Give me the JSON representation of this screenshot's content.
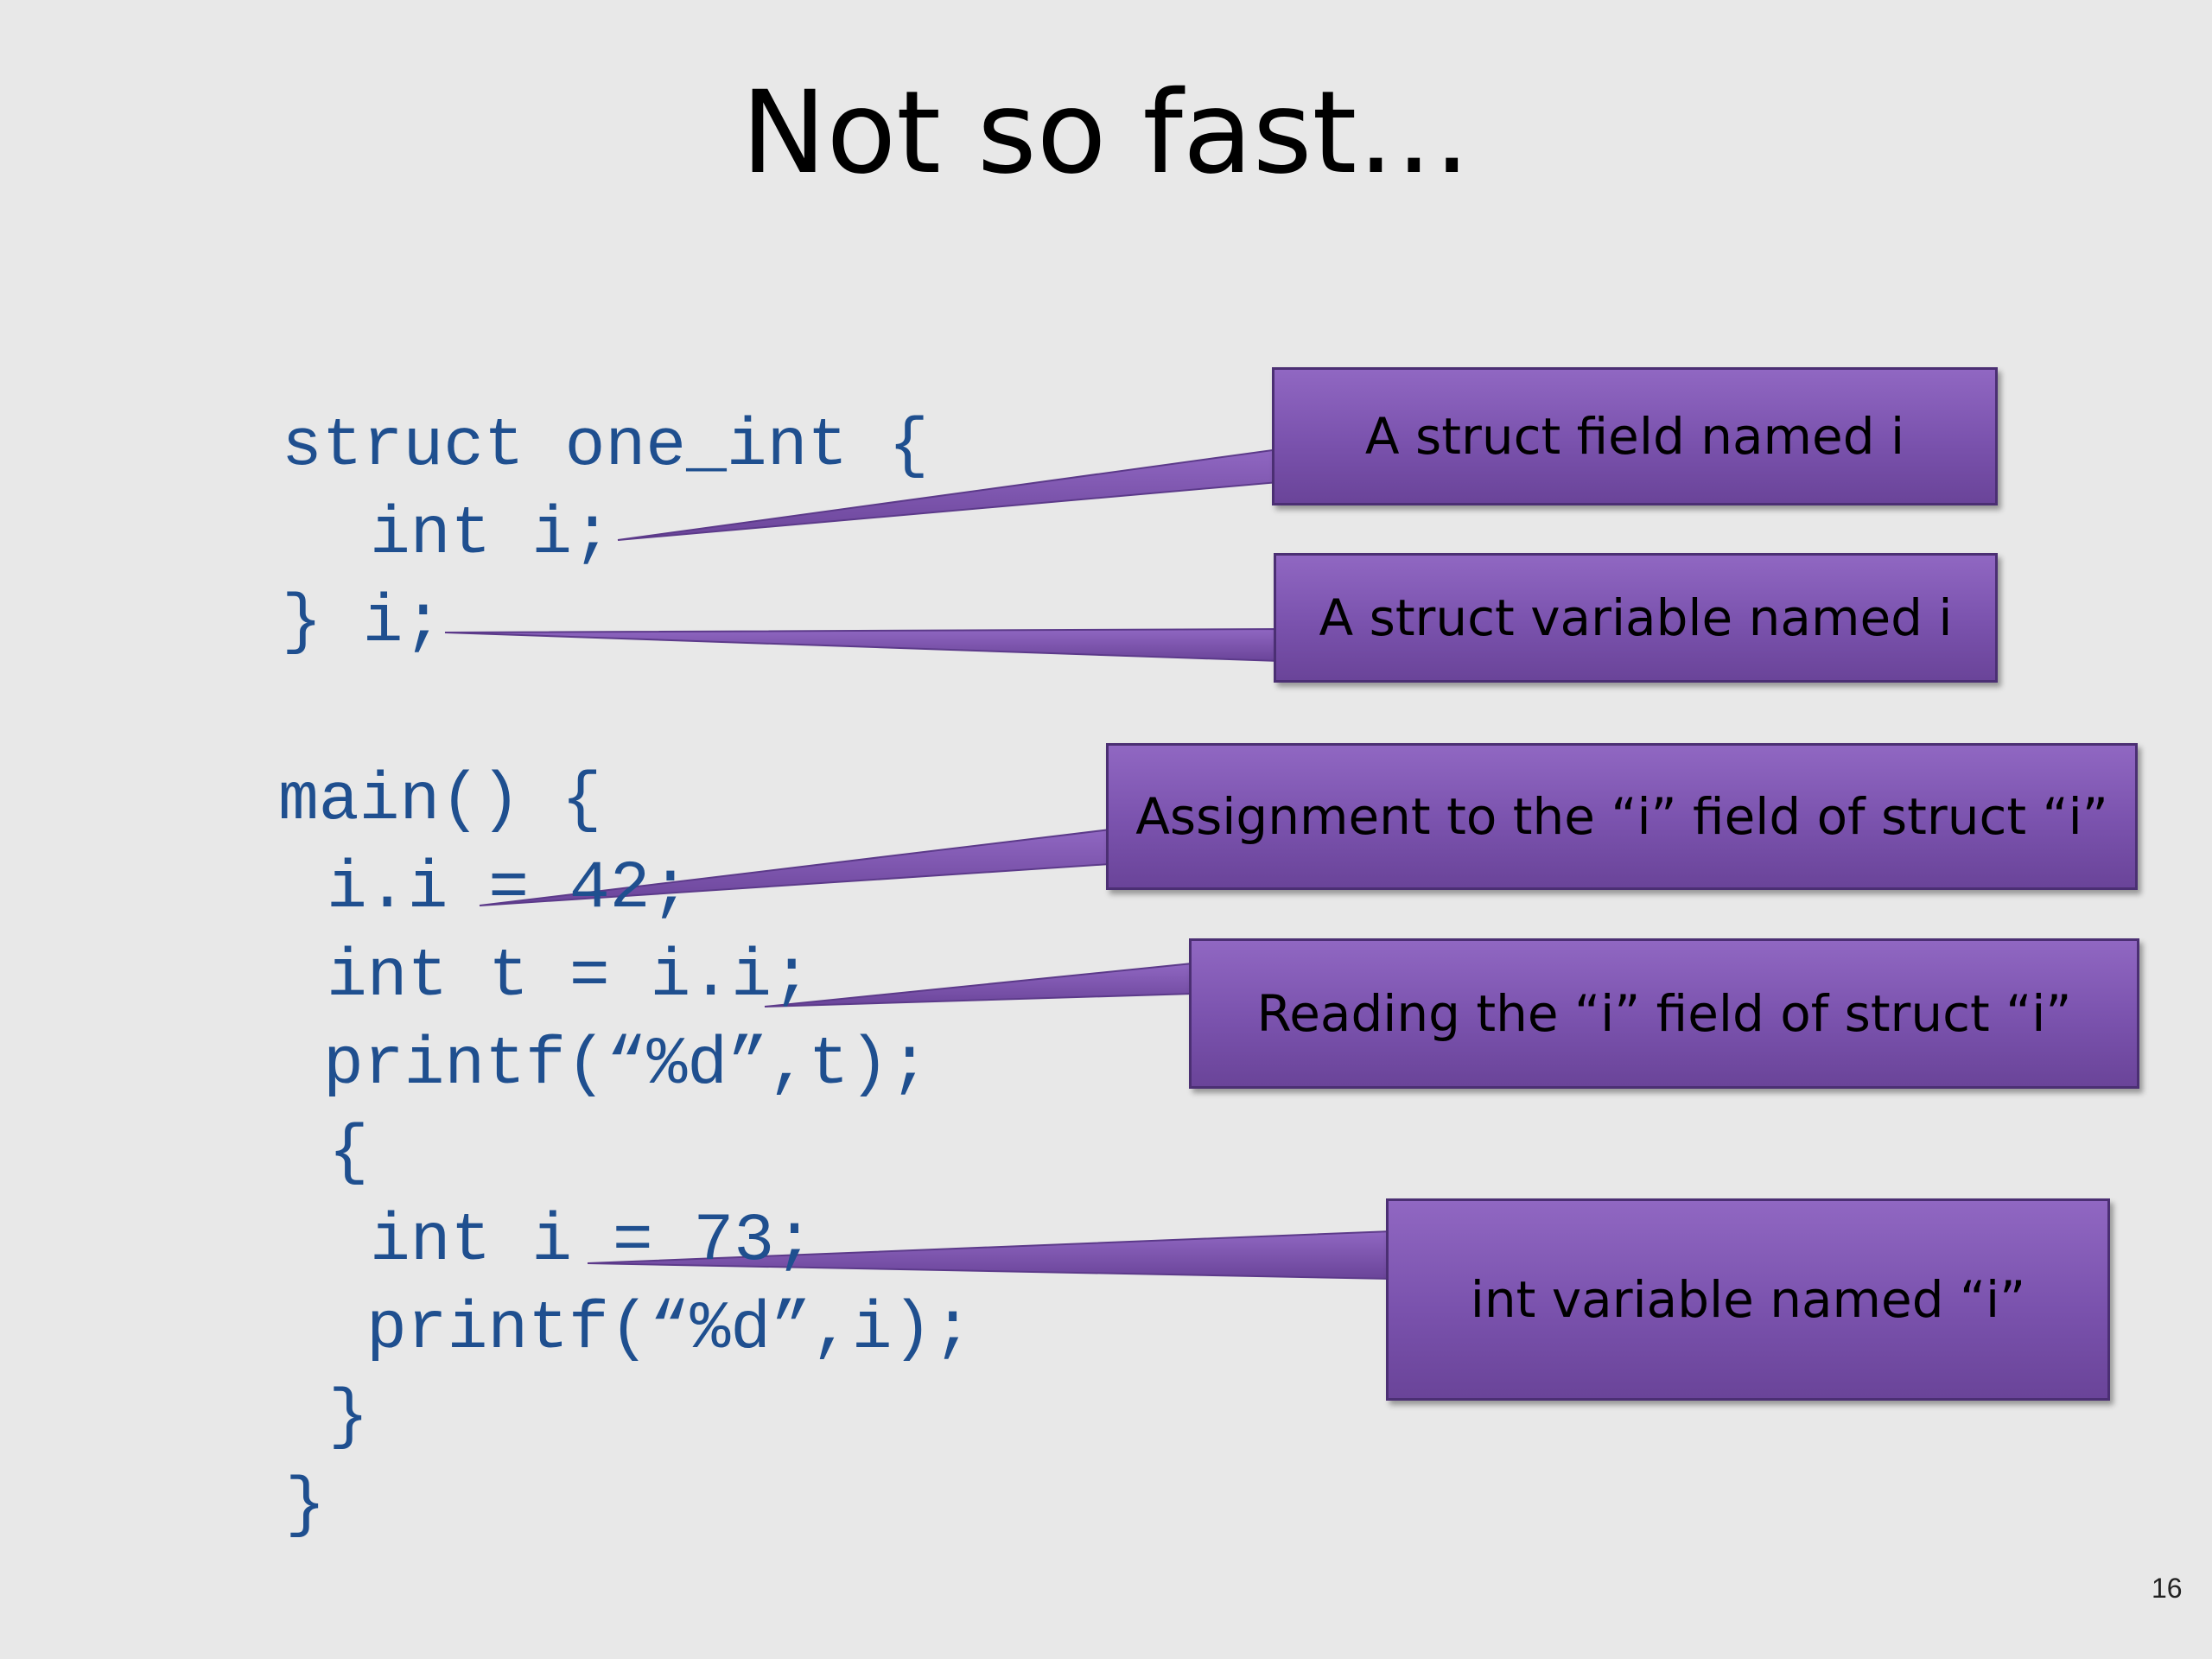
{
  "title": "Not so fast…",
  "code_lines": [
    "struct one_int {",
    "int i;",
    "} i;",
    "main() {",
    "i.i = 42;",
    "int t = i.i;",
    "printf(“%d”,t);",
    "{",
    "int i = 73;",
    "printf(“%d”,i);",
    "}",
    "}"
  ],
  "callouts": [
    "A struct field named i",
    "A struct variable named i",
    "Assignment to the “i” field of struct “i”",
    "Reading the “i” field of struct “i”",
    "int variable named “i”"
  ],
  "colors": {
    "background": "#e8e8e8",
    "code_text": "#1f4f8f",
    "callout_fill": "#7a52ad",
    "callout_border": "#4b2f73"
  },
  "slide_number": "16"
}
